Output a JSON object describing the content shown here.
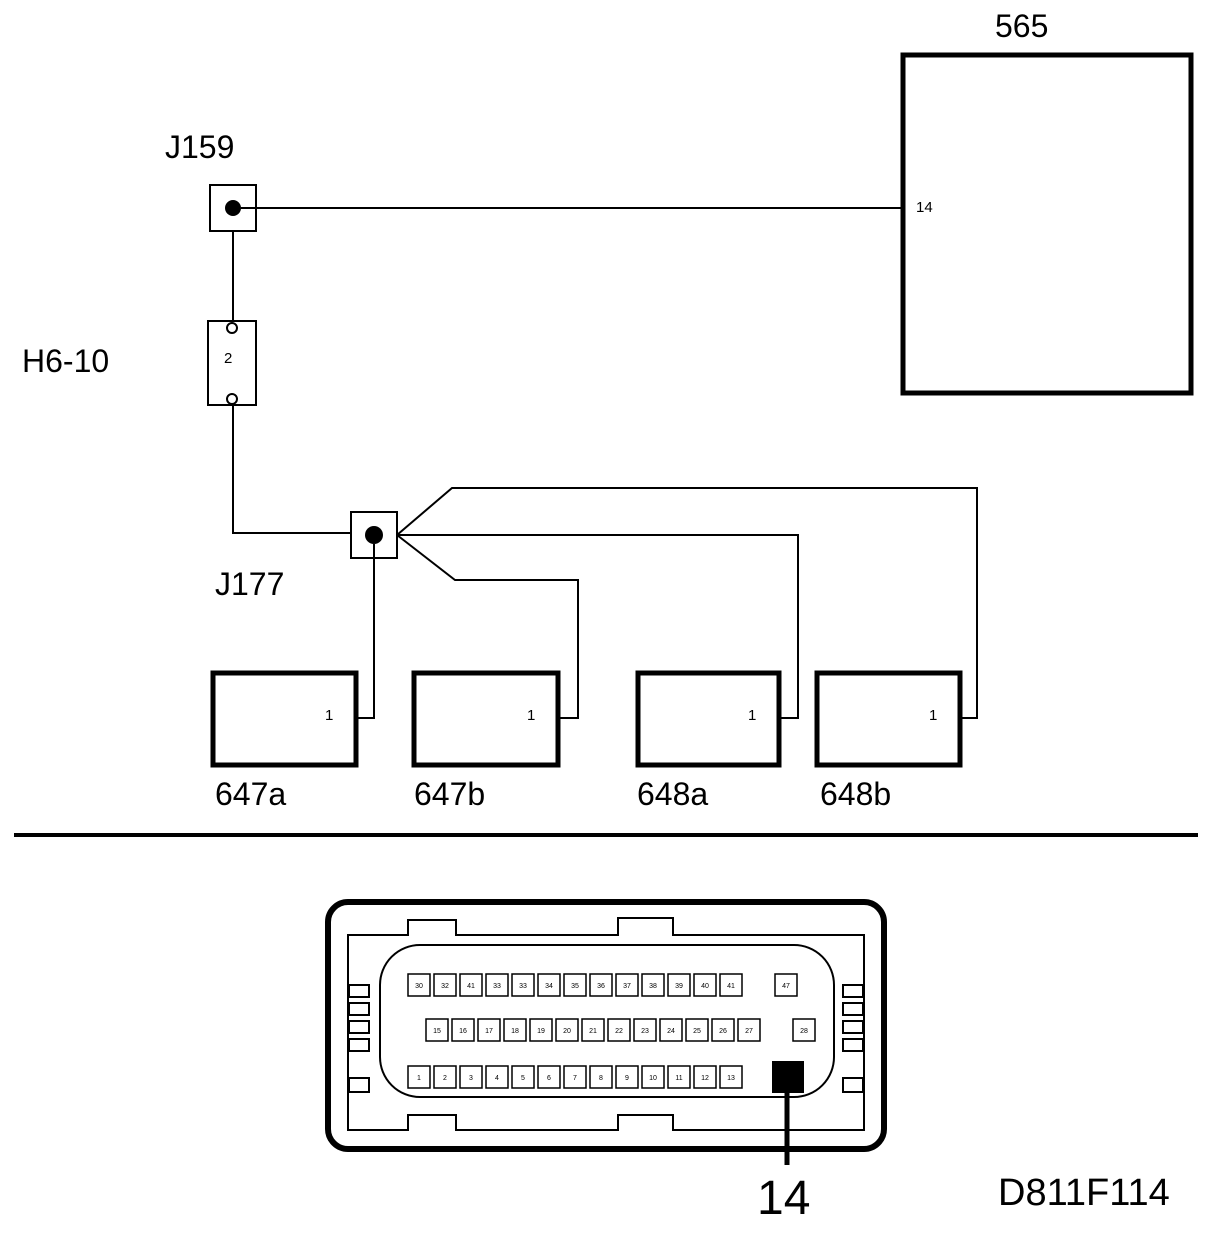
{
  "diagram": {
    "component_565": {
      "label": "565",
      "pin": "14"
    },
    "splice_j159": {
      "label": "J159"
    },
    "connector_h6_10": {
      "label": "H6-10",
      "pin": "2"
    },
    "splice_j177": {
      "label": "J177"
    },
    "components": [
      {
        "label": "647a",
        "pin": "1"
      },
      {
        "label": "647b",
        "pin": "1"
      },
      {
        "label": "648a",
        "pin": "1"
      },
      {
        "label": "648b",
        "pin": "1"
      }
    ]
  },
  "connector_view": {
    "row_top": [
      "30",
      "32",
      "41",
      "33",
      "33",
      "34",
      "35",
      "36",
      "37",
      "38",
      "39",
      "40",
      "41"
    ],
    "row_top_extra": "47",
    "row_mid": [
      "15",
      "16",
      "17",
      "18",
      "19",
      "20",
      "21",
      "22",
      "23",
      "24",
      "25",
      "26",
      "27"
    ],
    "row_mid_extra": "28",
    "row_bottom": [
      "1",
      "2",
      "3",
      "4",
      "5",
      "6",
      "7",
      "8",
      "9",
      "10",
      "11",
      "12",
      "13"
    ],
    "callout_pin": "14"
  },
  "figure_id": "D811F114"
}
